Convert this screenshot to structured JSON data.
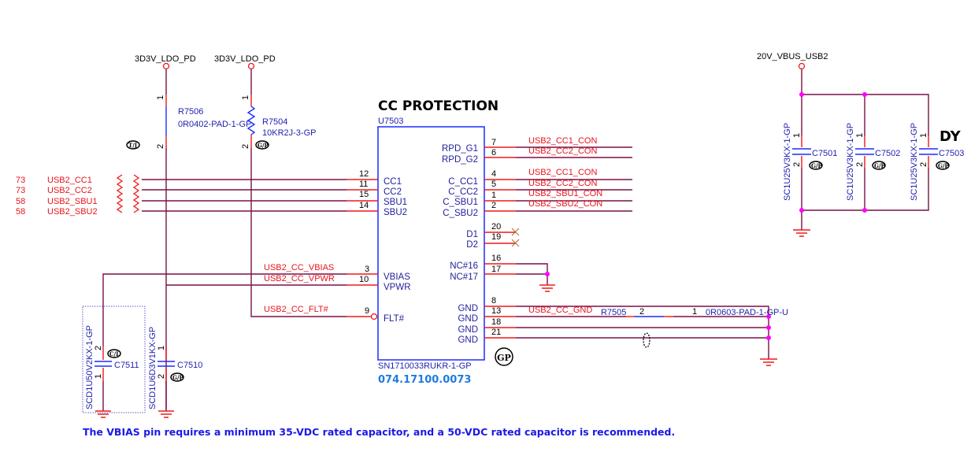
{
  "title": "CC PROTECTION",
  "ic": {
    "ref": "U7503",
    "part": "SN1710033RUKR-1-GP",
    "part_number": "074.17100.0073",
    "left_pins": [
      {
        "num": "12",
        "name": "CC1",
        "net": "USB2_CC1",
        "page": "73"
      },
      {
        "num": "11",
        "name": "CC2",
        "net": "USB2_CC2",
        "page": "73"
      },
      {
        "num": "15",
        "name": "SBU1",
        "net": "USB2_SBU1",
        "page": "58"
      },
      {
        "num": "14",
        "name": "SBU2",
        "net": "USB2_SBU2",
        "page": "58"
      },
      {
        "num": "3",
        "name": "VBIAS",
        "net": "USB2_CC_VBIAS"
      },
      {
        "num": "10",
        "name": "VPWR",
        "net": "USB2_CC_VPWR"
      },
      {
        "num": "9",
        "name": "FLT#",
        "net": "USB2_CC_FLT#"
      }
    ],
    "right_pins": [
      {
        "num": "7",
        "name": "RPD_G1",
        "net": "USB2_CC1_CON"
      },
      {
        "num": "6",
        "name": "RPD_G2",
        "net": "USB2_CC2_CON"
      },
      {
        "num": "4",
        "name": "C_CC1",
        "net": "USB2_CC1_CON"
      },
      {
        "num": "5",
        "name": "C_CC2",
        "net": "USB2_CC2_CON"
      },
      {
        "num": "1",
        "name": "C_SBU1",
        "net": "USB2_SBU1_CON"
      },
      {
        "num": "2",
        "name": "C_SBU2",
        "net": "USB2_SBU2_CON"
      },
      {
        "num": "20",
        "name": "D1"
      },
      {
        "num": "19",
        "name": "D2"
      },
      {
        "num": "16",
        "name": "NC#16"
      },
      {
        "num": "17",
        "name": "NC#17"
      },
      {
        "num": "8",
        "name": "GND",
        "net": "USB2_CC_GND"
      },
      {
        "num": "13",
        "name": "GND"
      },
      {
        "num": "18",
        "name": "GND"
      },
      {
        "num": "21",
        "name": "GND"
      }
    ]
  },
  "power": {
    "rail1": "3D3V_LDO_PD",
    "rail2": "3D3V_LDO_PD",
    "rail3": "20V_VBUS_USB2"
  },
  "resistors": {
    "r7506": {
      "ref": "R7506",
      "value": "0R0402-PAD-1-GP",
      "pin1": "1",
      "pin2": "2"
    },
    "r7504": {
      "ref": "R7504",
      "value": "10KR2J-3-GP",
      "pin1": "1",
      "pin2": "2"
    },
    "r7505": {
      "ref": "R7505",
      "value": "0R0603-PAD-1-GP-U",
      "pin1": "1",
      "pin2": "2"
    }
  },
  "capacitors": {
    "c7501": {
      "ref": "C7501",
      "value": "SC1U25V3KX-1-GP",
      "pin1": "1",
      "pin2": "2"
    },
    "c7502": {
      "ref": "C7502",
      "value": "SC1U25V3KX-1-GP",
      "pin1": "1",
      "pin2": "2"
    },
    "c7503": {
      "ref": "C7503",
      "value": "SC1U25V3KX-1-GP",
      "pin1": "1",
      "pin2": "2"
    },
    "c7510": {
      "ref": "C7510",
      "value": "SCD1U6D3V1KX-GP",
      "pin1": "1",
      "pin2": "2"
    },
    "c7511": {
      "ref": "C7511",
      "value": "SCD1U50V2KX-1-GP",
      "pin1": "2",
      "pin2": "1"
    }
  },
  "badges": {
    "gp": "GP",
    "gp_small": "G/P",
    "dy": "DY"
  },
  "note": "The VBIAS pin requires a minimum 35-VDC rated capacitor, and a 50-VDC rated capacitor is recommended."
}
